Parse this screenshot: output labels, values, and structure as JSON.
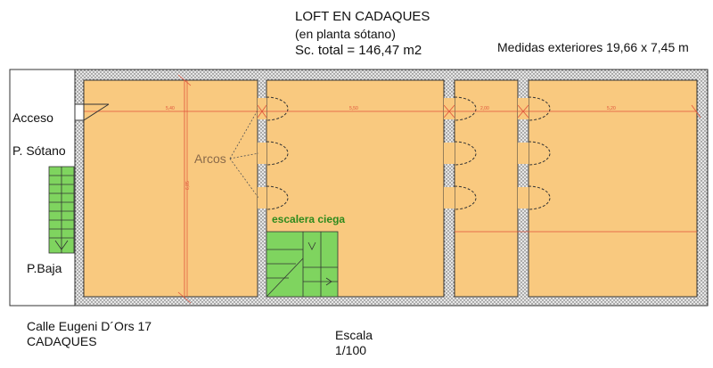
{
  "title": "LOFT EN CADAQUES",
  "subtitle": "(en planta sótano)",
  "total_area": "Sc. total = 146,47 m2",
  "exterior_measures": "Medidas exteriores 19,66 x 7,45 m",
  "labels": {
    "access": "Acceso",
    "basement_floor": "P. Sótano",
    "ground_floor": "P.Baja",
    "arches": "Arcos",
    "blind_stair": "escalera ciega"
  },
  "address": {
    "line1": "Calle Eugeni D´Ors 17",
    "line2": "CADAQUES"
  },
  "scale": {
    "label": "Escala",
    "value": "1/100"
  },
  "dimensions": {
    "bay1": "5,40",
    "bay2": "5,50",
    "bay3": "2,00",
    "bay4": "5,20",
    "height": "6,85"
  },
  "colors": {
    "room_fill": "#f9c97f",
    "wall_hatch": "#dcdcdc",
    "stair_green": "#7fd45f",
    "dimension_red": "#e0523a",
    "label_green": "#2d8a1c"
  }
}
